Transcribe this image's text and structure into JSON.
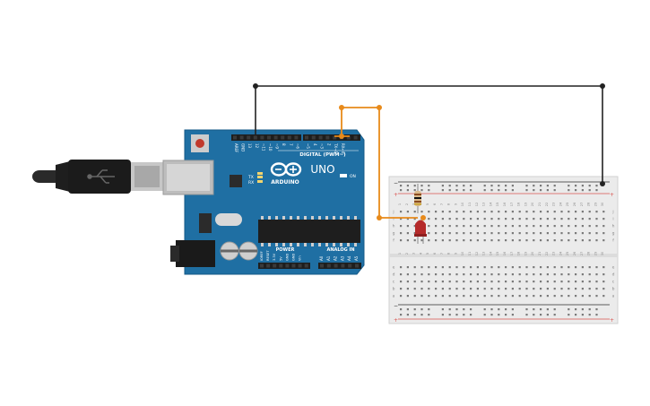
{
  "board": {
    "brand_text": "ARDUINO",
    "model_text": "UNO",
    "on_text": "ON",
    "tx_text": "TX",
    "rx_text": "RX",
    "digital_text": "DIGITAL (PWM~)",
    "power_text": "POWER",
    "analog_text": "ANALOG IN",
    "top_pin_labels": [
      "AREF",
      "GND",
      "13",
      "12",
      "~11",
      "~10",
      "~9",
      "8",
      "7",
      "~6",
      "~5",
      "4",
      "~3",
      "2",
      "TX→1",
      "RX←0"
    ],
    "power_pin_labels": [
      "IOREF",
      "RESET",
      "3.3V",
      "5V",
      "GND",
      "GND",
      "Vin"
    ],
    "analog_pin_labels": [
      "A0",
      "A1",
      "A2",
      "A3",
      "A4",
      "A5"
    ]
  },
  "breadboard": {
    "column_numbers": [
      "1",
      "2",
      "3",
      "4",
      "5",
      "6",
      "7",
      "8",
      "9",
      "10",
      "11",
      "12",
      "13",
      "14",
      "15",
      "16",
      "17",
      "18",
      "19",
      "20",
      "21",
      "22",
      "23",
      "24",
      "25",
      "26",
      "27",
      "28",
      "29",
      "30"
    ],
    "row_letters_top": [
      "j",
      "i",
      "h",
      "g",
      "f"
    ],
    "row_letters_bottom": [
      "e",
      "d",
      "c",
      "b",
      "a"
    ],
    "rail_plus": "+",
    "rail_minus": "−"
  },
  "colors": {
    "board_blue": "#1f6fa3",
    "wire_orange": "#e88a1a",
    "wire_black": "#222222",
    "led_red": "#b52a2a",
    "breadboard": "#ebebeb",
    "rail_red": "#d9534f"
  }
}
